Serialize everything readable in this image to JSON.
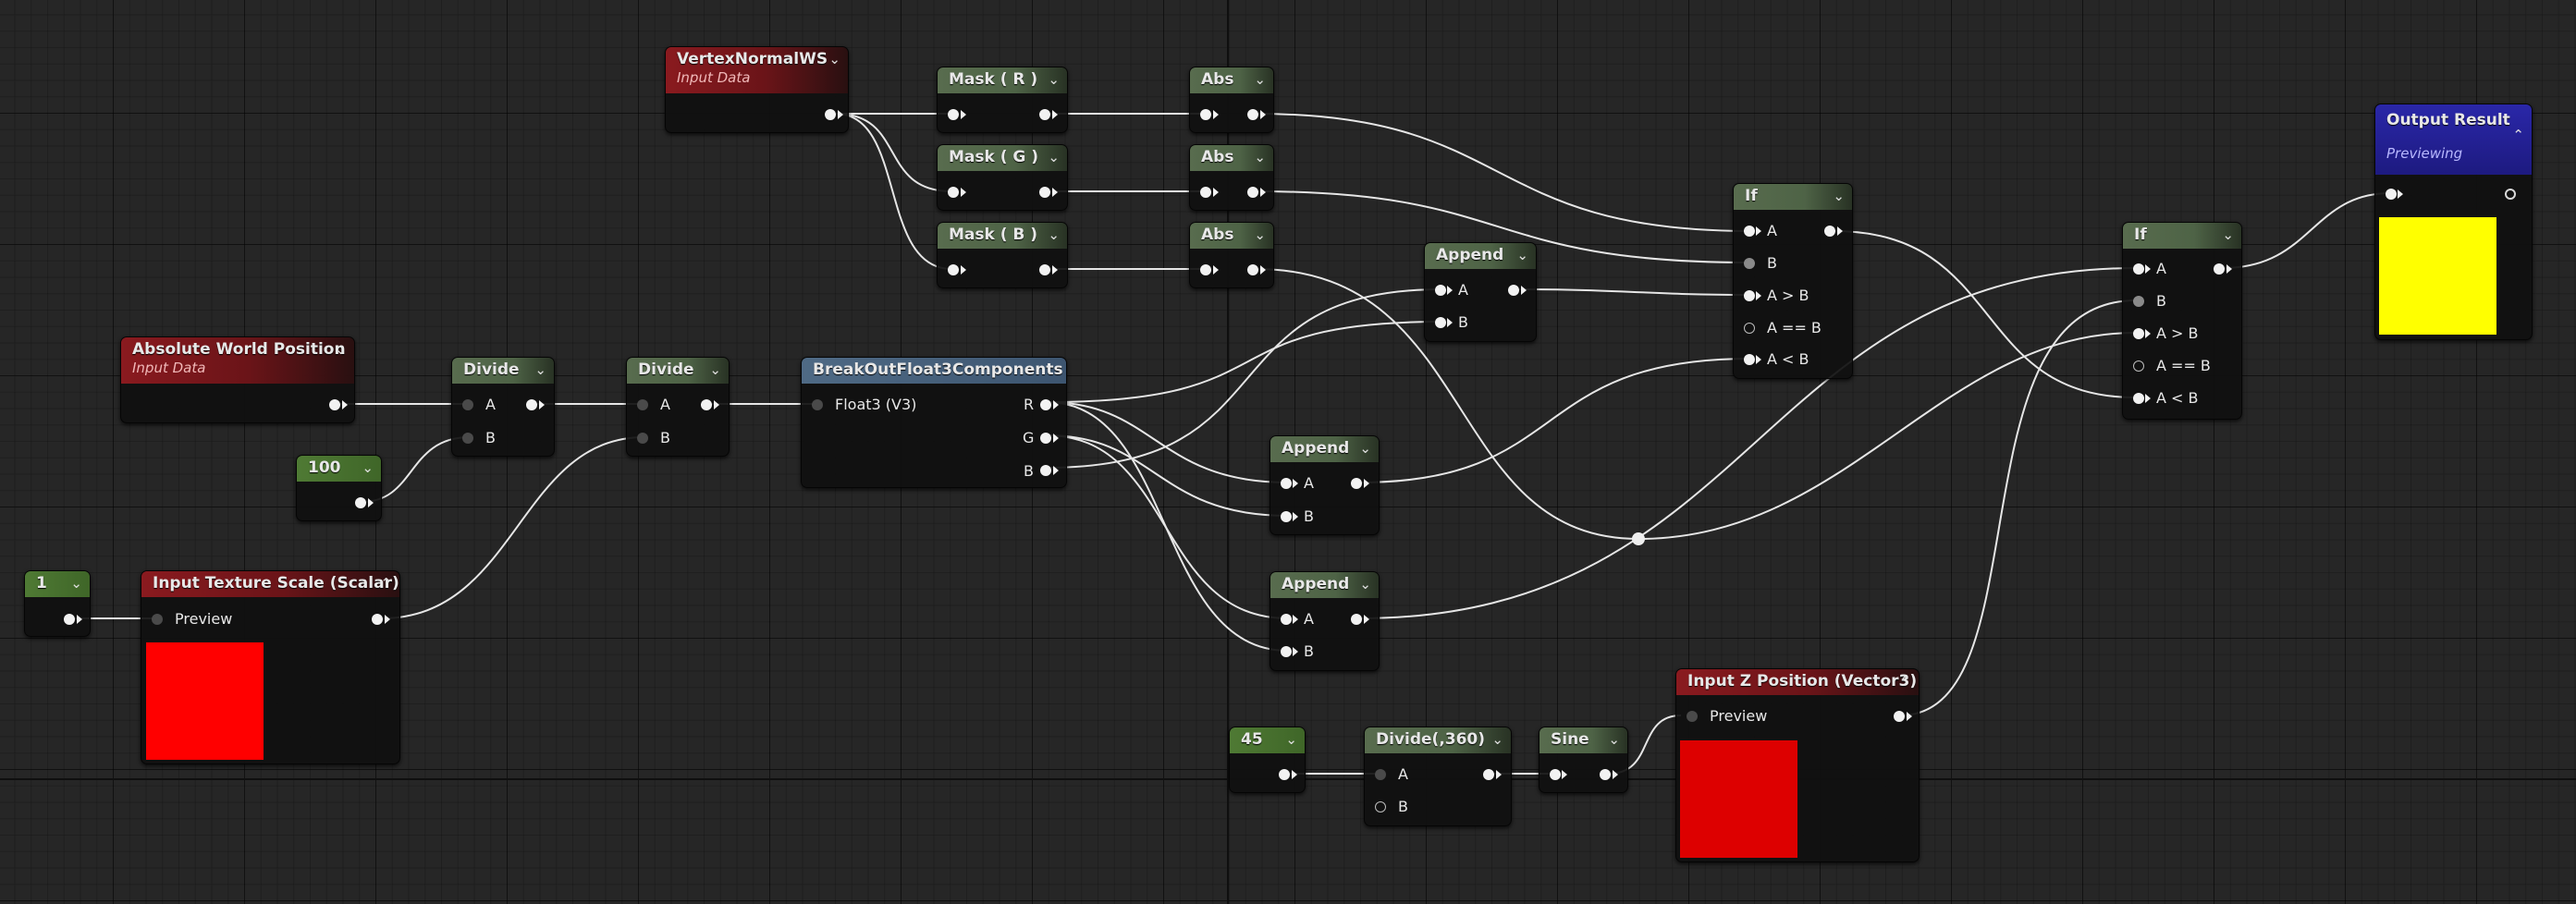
{
  "nodes": {
    "vertex_normal": {
      "title": "VertexNormalWS",
      "subtitle": "Input Data"
    },
    "mask_r": {
      "title": "Mask ( R )"
    },
    "mask_g": {
      "title": "Mask ( G )"
    },
    "mask_b": {
      "title": "Mask ( B )"
    },
    "abs1": {
      "title": "Abs"
    },
    "abs2": {
      "title": "Abs"
    },
    "abs3": {
      "title": "Abs"
    },
    "abs_world_pos": {
      "title": "Absolute World Position",
      "subtitle": "Input Data"
    },
    "const_100": {
      "title": "100"
    },
    "divide1": {
      "title": "Divide",
      "pin_a": "A",
      "pin_b": "B"
    },
    "divide2": {
      "title": "Divide",
      "pin_a": "A",
      "pin_b": "B"
    },
    "breakout": {
      "title": "BreakOutFloat3Components",
      "input": "Float3 (V3)",
      "out_r": "R",
      "out_g": "G",
      "out_b": "B"
    },
    "append1": {
      "title": "Append",
      "pin_a": "A",
      "pin_b": "B"
    },
    "append2": {
      "title": "Append",
      "pin_a": "A",
      "pin_b": "B"
    },
    "append3": {
      "title": "Append",
      "pin_a": "A",
      "pin_b": "B"
    },
    "if1": {
      "title": "If",
      "pin_a": "A",
      "pin_b": "B",
      "pin_gt": "A > B",
      "pin_eq": "A == B",
      "pin_lt": "A < B"
    },
    "if2": {
      "title": "If",
      "pin_a": "A",
      "pin_b": "B",
      "pin_gt": "A > B",
      "pin_eq": "A == B",
      "pin_lt": "A < B"
    },
    "output_result": {
      "title": "Output Result",
      "subtitle": "Previewing"
    },
    "const_1": {
      "title": "1"
    },
    "texture_scale": {
      "title": "Input Texture Scale (Scalar)",
      "preview": "Preview"
    },
    "const_45": {
      "title": "45"
    },
    "divide360": {
      "title": "Divide(,360)",
      "pin_a": "A",
      "pin_b": "B"
    },
    "sine": {
      "title": "Sine"
    },
    "input_z": {
      "title": "Input Z Position (Vector3)",
      "preview": "Preview"
    }
  },
  "colors": {
    "output_preview": "#ffff00",
    "texture_scale_preview": "#ff0000",
    "input_z_preview": "#dd0000",
    "wire": "#e6e6e6"
  },
  "icons": {
    "collapse": "chevron-down-icon",
    "expand": "chevron-up-icon"
  }
}
